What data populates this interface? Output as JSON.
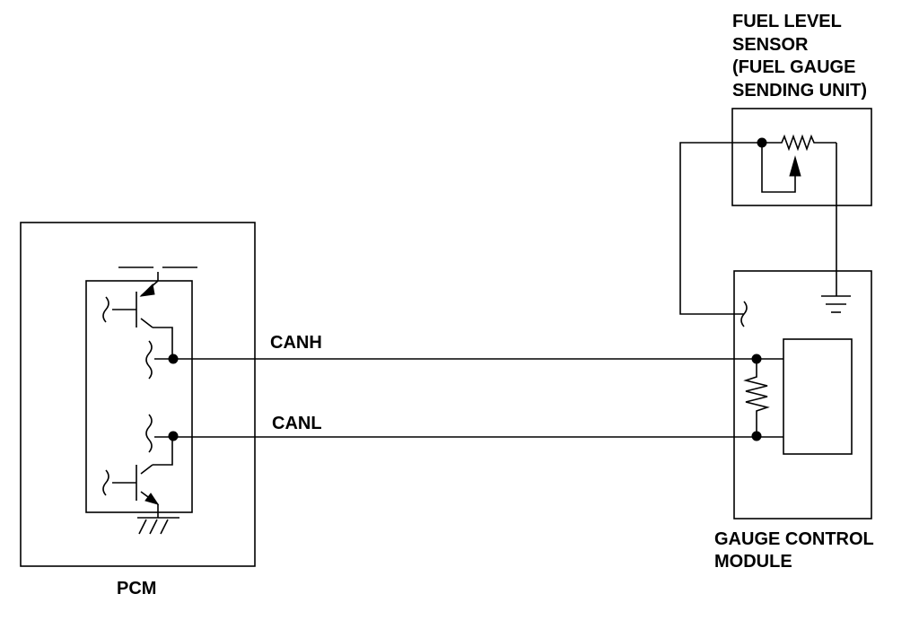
{
  "labels": {
    "fuel_sensor": [
      "FUEL LEVEL",
      "SENSOR",
      "(FUEL GAUGE",
      "SENDING UNIT)"
    ],
    "gauge_module": [
      "GAUGE CONTROL",
      "MODULE"
    ],
    "pcm": "PCM",
    "canh": "CANH",
    "canl": "CANL"
  }
}
